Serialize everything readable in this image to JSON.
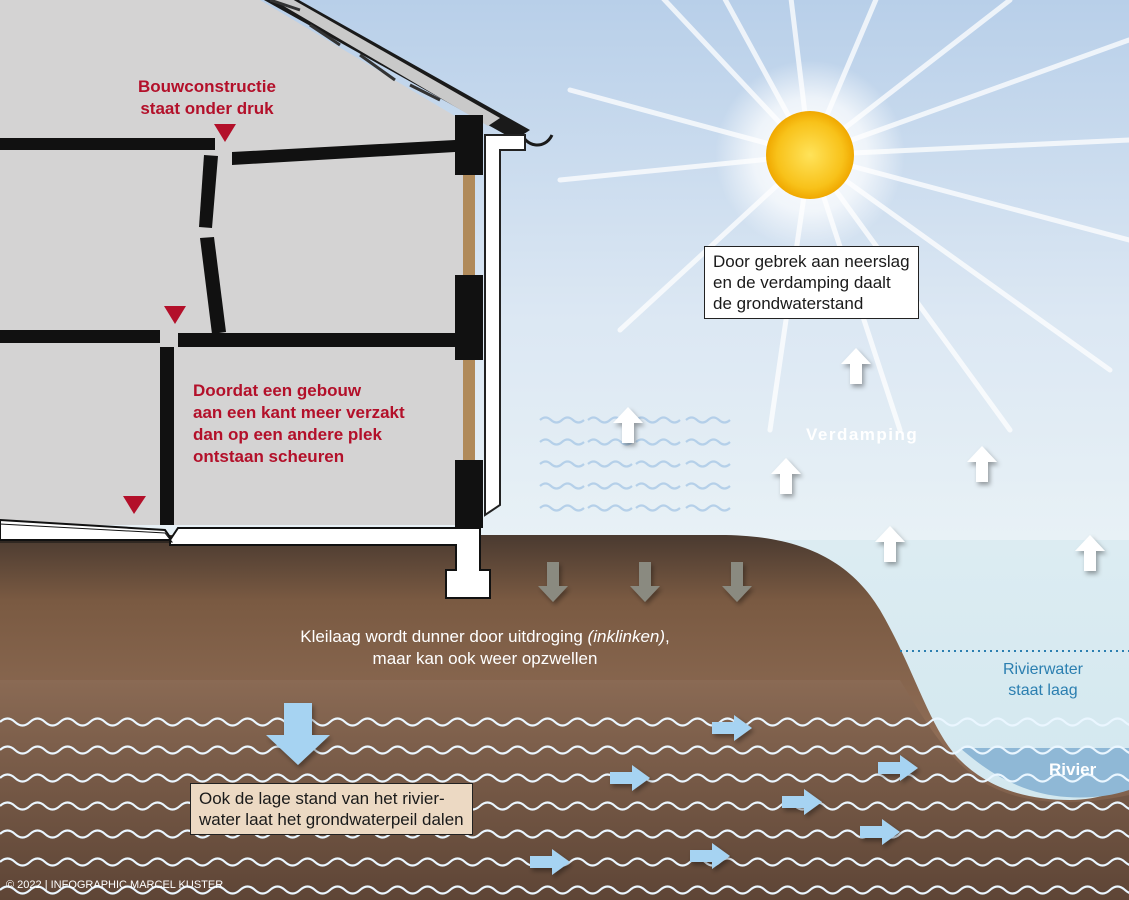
{
  "labels": {
    "construction": [
      "Bouwconstructie",
      "staat onder druk"
    ],
    "cracks": [
      "Doordat een gebouw",
      "aan een kant meer verzakt",
      "dan op een andere plek",
      "ontstaan scheuren"
    ],
    "evaporation_box": [
      "Door gebrek aan neerslag",
      "en de verdamping daalt",
      "de grondwaterstand"
    ],
    "verdamping": "Verdamping",
    "clay_line1_a": "Kleilaag wordt dunner door uitdroging ",
    "clay_line1_italic": "(inklinken)",
    "clay_line1_b": ",",
    "clay_line2": "maar kan ook weer opzwellen",
    "river_low": [
      "Rivierwater",
      "staat laag"
    ],
    "river": "Rivier",
    "groundwater_box": [
      "Ook de lage stand van het rivier-",
      "water laat het grondwaterpeil dalen"
    ],
    "credit": "© 2022 | INFOGRAPHIC MARCEL KUSTER"
  },
  "icons": [
    "sun-icon",
    "up-arrow-icon",
    "down-arrow-icon",
    "right-arrow-icon",
    "warning-triangle-icon",
    "wave-icon"
  ],
  "colors": {
    "sky": "#dce8f4",
    "house": "#d2d2d2",
    "crack_marker": "#b3102a",
    "soil": "#7a5a44",
    "river": "#8fb8d6",
    "sun": "#f5b400"
  }
}
